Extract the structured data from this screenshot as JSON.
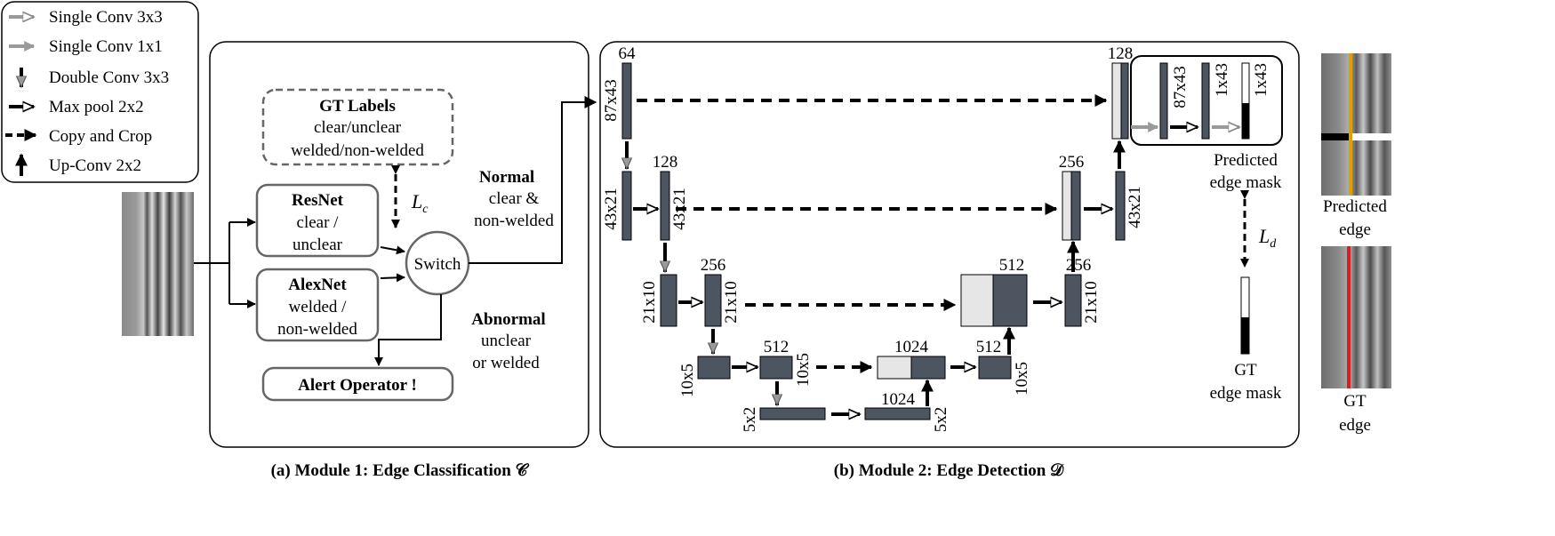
{
  "legend": {
    "items": [
      {
        "label": "Single Conv 3x3",
        "icon": "gray-hollow-arrow-icon"
      },
      {
        "label": "Single Conv 1x1",
        "icon": "gray-arrow-icon"
      },
      {
        "label": "Double Conv 3x3",
        "icon": "down-arrow-gray-head-icon"
      },
      {
        "label": "Max pool 2x2",
        "icon": "black-hollow-arrow-icon"
      },
      {
        "label": "Copy and Crop",
        "icon": "dashed-arrow-icon"
      },
      {
        "label": "Up-Conv 2x2",
        "icon": "up-arrow-icon"
      }
    ]
  },
  "module1": {
    "gt_labels": {
      "title": "GT Labels",
      "line1": "clear/unclear",
      "line2": "welded/non-welded"
    },
    "loss_c": "L",
    "loss_c_sub": "c",
    "resnet": {
      "title": "ResNet",
      "line1": "clear /",
      "line2": "unclear"
    },
    "alexnet": {
      "title": "AlexNet",
      "line1": "welded /",
      "line2": "non-welded"
    },
    "switch": "Switch",
    "normal": {
      "title": "Normal",
      "line1": "clear &",
      "line2": "non-welded"
    },
    "abnormal": {
      "title": "Abnormal",
      "line1": "unclear",
      "line2": "or welded"
    },
    "alert": "Alert Operator !",
    "caption": "(a) Module 1: Edge Classification 𝒞"
  },
  "module2": {
    "labels": {
      "c64": "64",
      "d87x43": "87x43",
      "c128a": "128",
      "d43x21a": "43x21",
      "d43x21b": "43x21",
      "c256a": "256",
      "d21x10a": "21x10",
      "d21x10b": "21x10",
      "c512a": "512",
      "d10x5a": "10x5",
      "d10x5b": "10x5",
      "c1024a": "1024",
      "c1024b": "1024",
      "d5x2a": "5x2",
      "d5x2b": "5x2",
      "c512b": "512",
      "c512c": "512",
      "c256b": "256",
      "d21x10c": "21x10",
      "c256c": "256",
      "d43x21c": "43x21",
      "c128b": "128",
      "d87x43b": "87x43",
      "d1x43a": "1x43",
      "d1x43b": "1x43"
    },
    "predicted_mask": {
      "line1": "Predicted",
      "line2": "edge mask"
    },
    "gt_mask": {
      "line1": "GT",
      "line2": "edge mask"
    },
    "loss_d": "L",
    "loss_d_sub": "d",
    "caption": "(b) Module 2: Edge Detection 𝒟"
  },
  "outputs": {
    "predicted_edge": {
      "line1": "Predicted",
      "line2": "edge"
    },
    "gt_edge": {
      "line1": "GT",
      "line2": "edge"
    }
  },
  "colors": {
    "block_dark": "#4d5560",
    "block_light": "#e6e6e6",
    "gray_arrow": "#9a9a9a",
    "predicted_line": "#e0a000",
    "gt_line": "#d42020"
  }
}
